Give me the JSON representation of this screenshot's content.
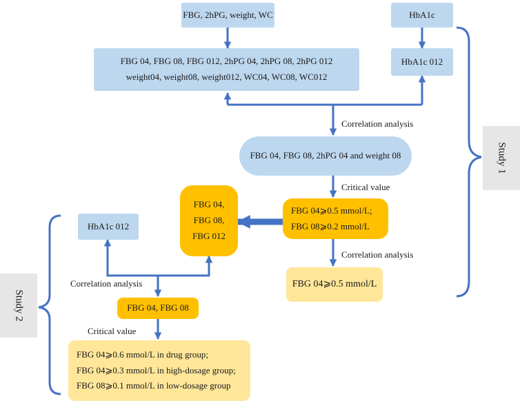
{
  "nodes": {
    "inputs_top": "FBG, 2hPG, weight, WC",
    "hba1c_top": "HbA1c",
    "derived_line1": "FBG 04, FBG 08, FBG 012, 2hPG 04, 2hPG 08, 2hPG 012",
    "derived_line2": "weight04, weight08, weight012, WC04, WC08, WC012",
    "hba1c_012_top": "HbA1c 012",
    "selected_vars": "FBG 04, FBG 08, 2hPG 04 and weight 08",
    "critical_line1": "FBG 04⩾0.5 mmol/L;",
    "critical_line2": "FBG 08⩾0.2 mmol/L",
    "fbg_result": "FBG 04⩾0.5 mmol/L",
    "fbg_group_line1": "FBG 04,",
    "fbg_group_line2": "FBG 08,",
    "fbg_group_line3": "FBG 012",
    "hba1c_012_left": "HbA1c 012",
    "fbg_pair": "FBG 04, FBG 08",
    "final_line1": "FBG 04⩾0.6 mmol/L in drug group;",
    "final_line2": "FBG 04⩾0.3 mmol/L in high-dosage group;",
    "final_line3": "FBG 08⩾0.1 mmol/L in low-dosage group"
  },
  "labels": {
    "correlation_1": "Correlation analysis",
    "critical_1": "Critical value",
    "correlation_2": "Correlation analysis",
    "correlation_3": "Correlation analysis",
    "critical_2": "Critical value"
  },
  "study_labels": {
    "study1": "Study 1",
    "study2": "Study 2"
  },
  "colors": {
    "arrow": "#4472c4",
    "blue_box": "#bdd7ee",
    "orange_box": "#ffc000",
    "cream_box": "#ffe699",
    "study_box": "#e7e6e6"
  }
}
